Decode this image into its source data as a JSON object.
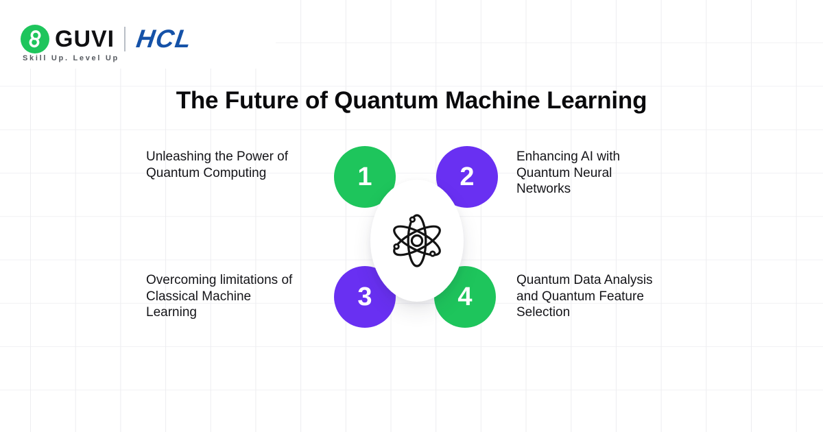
{
  "header": {
    "guvi_logo_text": "GUVI",
    "hcl_logo_text": "HCL",
    "tagline": "Skill Up. Level Up"
  },
  "title": "The Future of Quantum Machine Learning",
  "colors": {
    "green": "#1ec55c",
    "purple": "#6930f2",
    "hcl_blue": "#1552a8",
    "text_dark": "#141418",
    "grid_line": "#ededf0"
  },
  "diagram": {
    "center_icon": "atom",
    "items": [
      {
        "number": "1",
        "circle_color": "#1ec55c",
        "position": "top-left",
        "label": "Unleashing the Power of\nQuantum Computing"
      },
      {
        "number": "2",
        "circle_color": "#6930f2",
        "position": "top-right",
        "label": "Enhancing AI with\nQuantum Neural\nNetworks"
      },
      {
        "number": "3",
        "circle_color": "#6930f2",
        "position": "bottom-left",
        "label": "Overcoming limitations of\nClassical Machine\nLearning"
      },
      {
        "number": "4",
        "circle_color": "#1ec55c",
        "position": "bottom-right",
        "label": "Quantum Data Analysis\nand Quantum Feature\nSelection"
      }
    ]
  }
}
